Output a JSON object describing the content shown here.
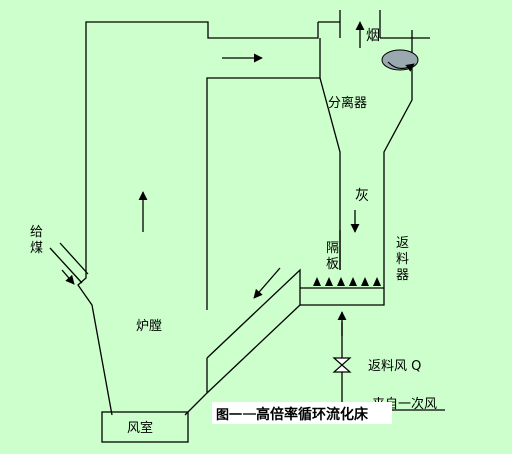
{
  "labels": {
    "chimney": "烟",
    "separator": "分离器",
    "ash_char": "灰",
    "seal_plate": "隔板",
    "return_device": "返料器",
    "feed_coal": "给煤",
    "furnace": "炉膛",
    "return_air": "返料风 Q",
    "primary_air": "来自一次风",
    "air_chamber": "风室",
    "caption_prefix": "图一",
    "caption_main": "高倍率循环流化床"
  },
  "paragraph_mark": "↵"
}
